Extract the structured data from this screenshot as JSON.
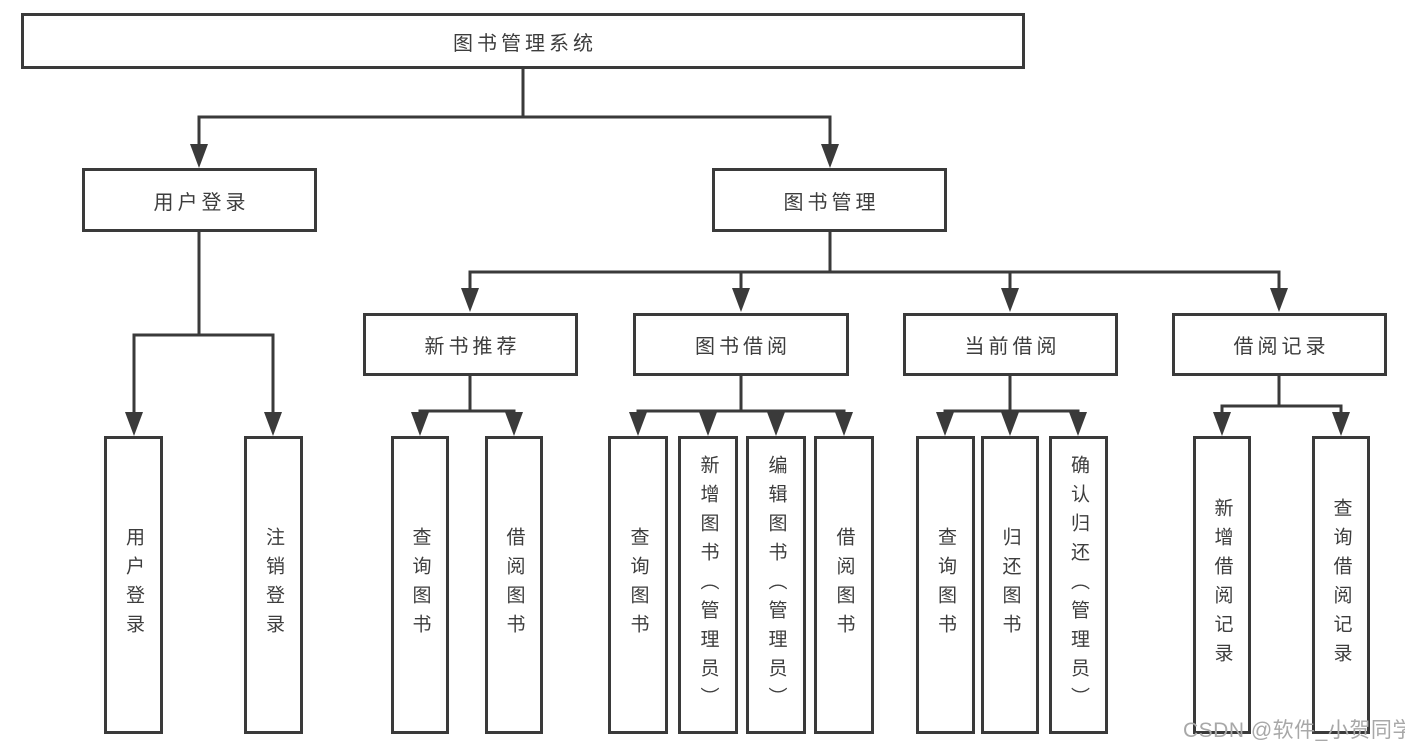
{
  "diagram": {
    "root": {
      "label": "图书管理系统"
    },
    "branches": [
      {
        "label": "用户登录",
        "children": [
          {
            "label": "用户登录"
          },
          {
            "label": "注销登录"
          }
        ]
      },
      {
        "label": "图书管理",
        "children": [
          {
            "label": "新书推荐",
            "children": [
              {
                "label": "查询图书"
              },
              {
                "label": "借阅图书"
              }
            ]
          },
          {
            "label": "图书借阅",
            "children": [
              {
                "label": "查询图书"
              },
              {
                "label": "新增图书（管理员）"
              },
              {
                "label": "编辑图书（管理员）"
              },
              {
                "label": "借阅图书"
              }
            ]
          },
          {
            "label": "当前借阅",
            "children": [
              {
                "label": "查询图书"
              },
              {
                "label": "归还图书"
              },
              {
                "label": "确认归还（管理员）"
              }
            ]
          },
          {
            "label": "借阅记录",
            "children": [
              {
                "label": "新增借阅记录"
              },
              {
                "label": "查询借阅记录"
              }
            ]
          }
        ]
      }
    ]
  },
  "watermark": {
    "text": "CSDN @软件_小贺同学"
  },
  "colors": {
    "line": "#3a3a3a",
    "text": "#3d3d3d",
    "watermark": "#a8a8a8",
    "background": "#ffffff"
  }
}
